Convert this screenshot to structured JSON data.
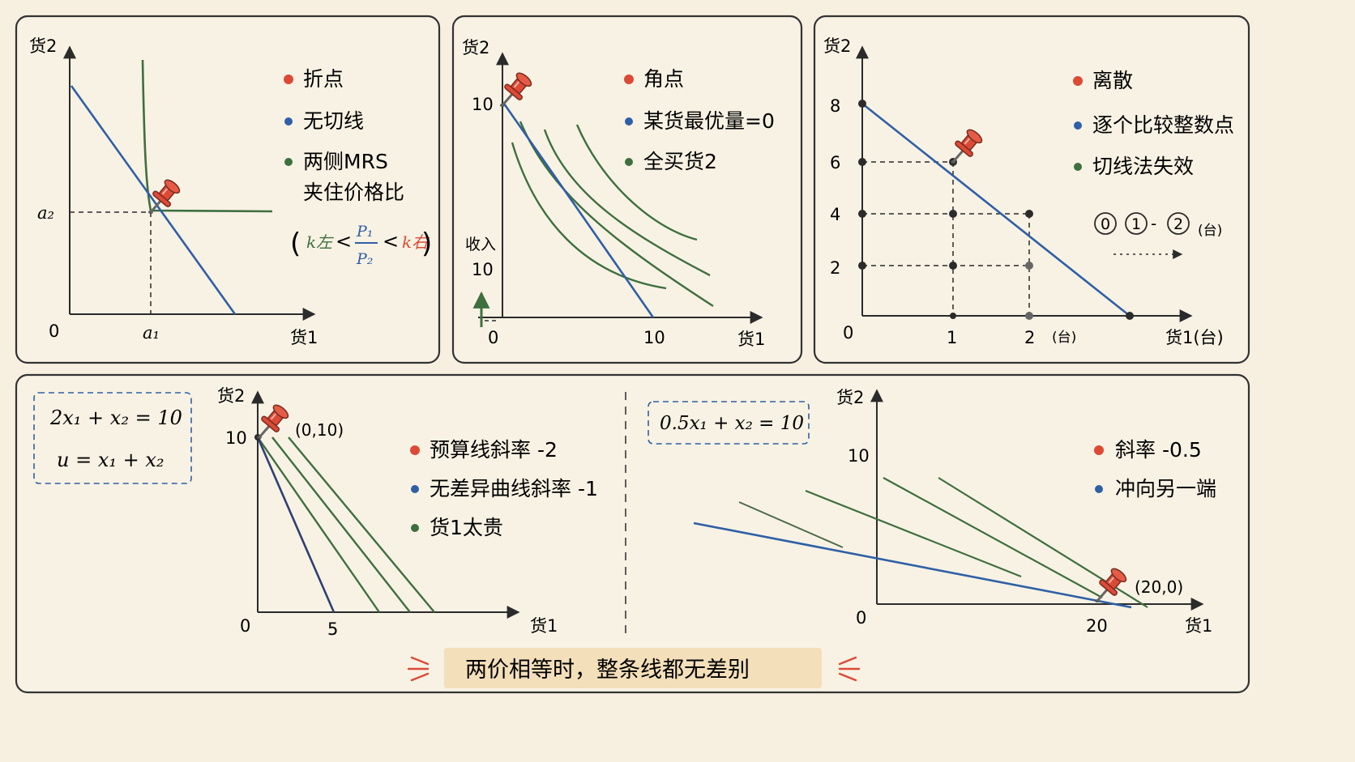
{
  "colors": {
    "paper": "#f7f0e1",
    "ink": "#2b2b2b",
    "blue": "#2f5fa6",
    "green": "#3e6f3f",
    "red": "#dc4a36",
    "highlight": "#f2ddb4"
  },
  "panels": {
    "kink": {
      "axis_y": "货2",
      "axis_x": "货1",
      "origin": "0",
      "tick_y": "a₂",
      "tick_x": "a₁",
      "legend": [
        "折点",
        "无切线",
        "两侧MRS",
        "夹住价格比"
      ],
      "formula": {
        "k_left": "k左",
        "lt": "<",
        "num": "P₁",
        "den": "P₂",
        "k_right": "k右",
        "open": "(",
        "close": ")"
      }
    },
    "corner": {
      "axis_y": "货2",
      "axis_x": "货1",
      "origin": "0",
      "tick_y": "10",
      "tick_x": "10",
      "income_label": "收入",
      "income_value": "10",
      "legend": [
        "角点",
        "某货最优量=0",
        "全买货2"
      ]
    },
    "discrete": {
      "axis_y": "货2",
      "axis_x": "货1(台)",
      "origin": "0",
      "ticks_y": [
        "2",
        "4",
        "6",
        "8"
      ],
      "ticks_x": [
        "1",
        "2"
      ],
      "unit_x": "(台)",
      "legend": [
        "离散",
        "逐个比较整数点",
        "切线法失效"
      ],
      "sequence": {
        "items": [
          "0",
          "1",
          "2"
        ],
        "dash": "-",
        "unit": "(台)"
      }
    },
    "perfect_sub_a": {
      "equation1": "2x₁ + x₂ = 10",
      "equation2": "u = x₁ + x₂",
      "axis_y": "货2",
      "axis_x": "货1",
      "origin": "0",
      "tick_y": "10",
      "tick_x": "5",
      "point_label": "(0,10)",
      "legend": [
        "预算线斜率 -2",
        "无差异曲线斜率 -1",
        "货1太贵"
      ]
    },
    "perfect_sub_b": {
      "equation": "0.5x₁ + x₂ = 10",
      "axis_y": "货2",
      "axis_x": "货1",
      "origin": "0",
      "tick_y": "10",
      "tick_x": "20",
      "point_label": "(20,0)",
      "legend": [
        "斜率 -0.5",
        "冲向另一端"
      ]
    }
  },
  "footer": "两价相等时，整条线都无差别"
}
